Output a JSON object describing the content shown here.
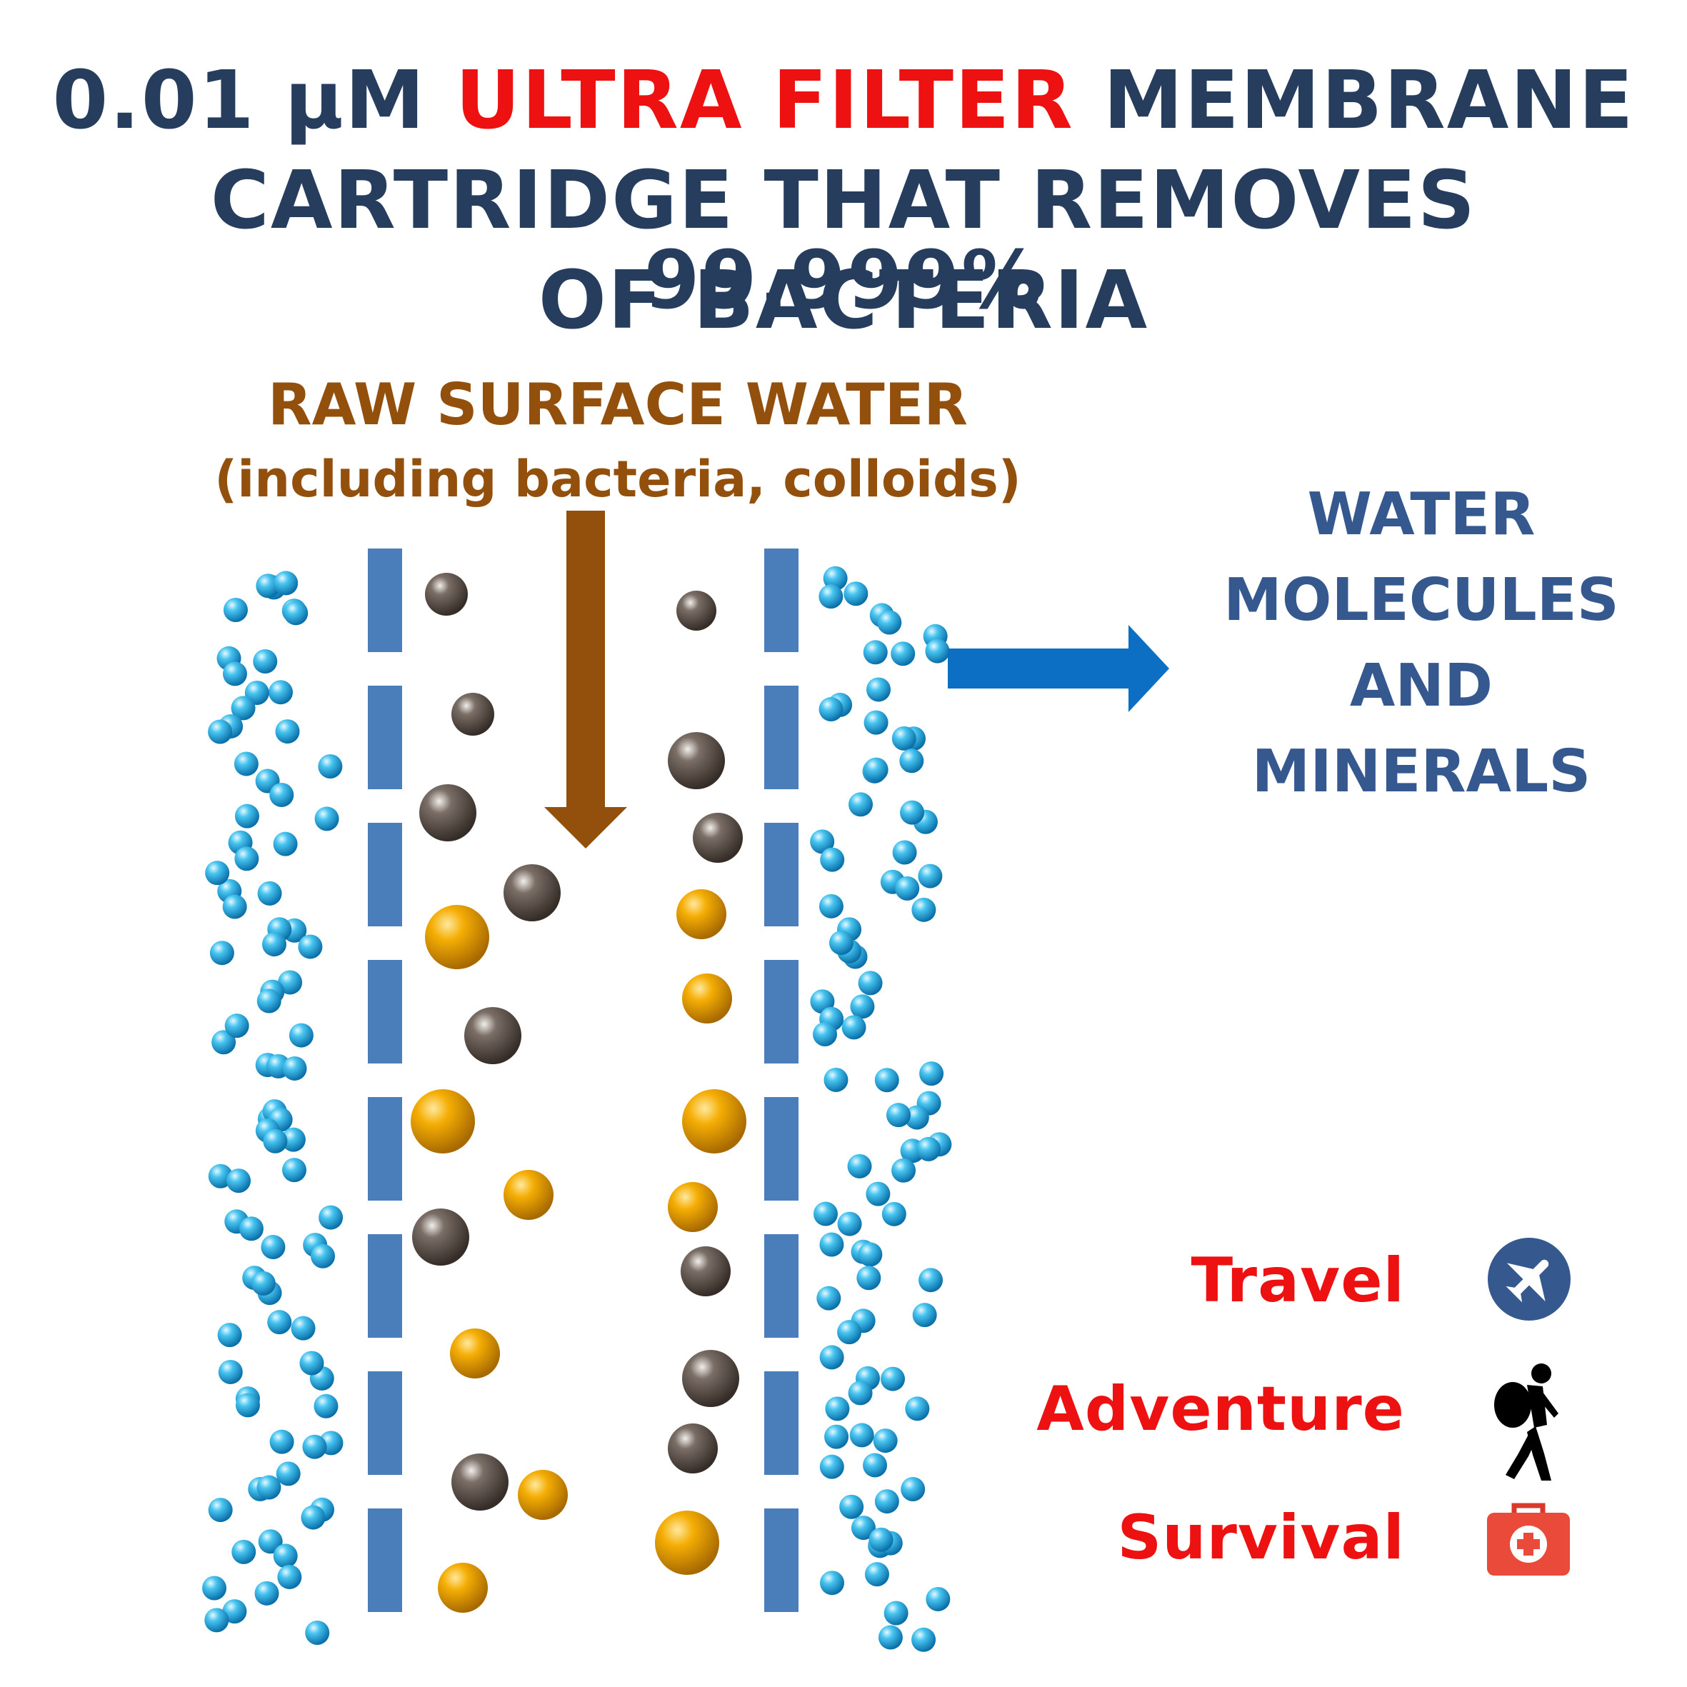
{
  "headline": {
    "line1_prefix": "0.01 μM ",
    "line1_highlight": "ULTRA FILTER",
    "line1_suffix": " MEMBRANE",
    "line2": "CARTRIDGE THAT REMOVES 99.999%",
    "line3": "OF BACTERIA"
  },
  "input": {
    "title": "RAW SURFACE WATER",
    "subtitle": "(including bacteria, colloids)"
  },
  "output": {
    "lines": [
      "WATER",
      "MOLECULES",
      "AND",
      "MINERALS"
    ]
  },
  "uses": [
    {
      "label": "Travel",
      "icon": "airplane-icon"
    },
    {
      "label": "Adventure",
      "icon": "hiker-icon"
    },
    {
      "label": "Survival",
      "icon": "first-aid-kit-icon"
    }
  ],
  "colors": {
    "title_navy": "#263d5e",
    "highlight_red": "#ee1111",
    "raw_brown": "#93500d",
    "output_blue": "#35588f",
    "membrane_blue": "#4a7ebb",
    "flow_arrow_blue": "#0d6fc4",
    "water_droplet": "#1aa6e0",
    "bacteria_brown": "#5a4e48",
    "colloid_gold": "#f0a800"
  }
}
